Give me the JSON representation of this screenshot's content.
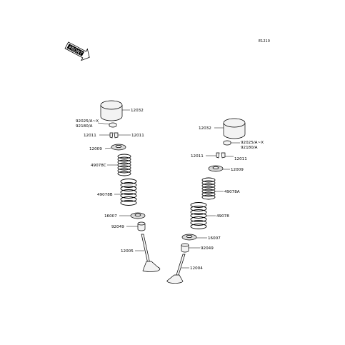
{
  "diagram": {
    "code": "E1210",
    "front_text": "FRONT",
    "labels": {
      "left_lifter": "12032",
      "left_shim": "92025/A~X",
      "left_shim_alt": "92180/A",
      "left_cotter_b": "12011",
      "left_cotter_a": "12011",
      "left_retainer": "12009",
      "left_inner_spring": "49078C",
      "left_outer_spring": "49078B",
      "left_seat": "16007",
      "left_seal": "92049",
      "left_valve": "12005",
      "right_lifter": "12032",
      "right_shim": "92025/A~X",
      "right_shim_alt": "92180/A",
      "right_cotter_a": "12011",
      "right_cotter_b": "12011",
      "right_retainer": "12009",
      "right_inner_spring": "49078A",
      "right_outer_spring": "49078",
      "right_seat": "16007",
      "right_seal": "92049",
      "right_valve": "12004"
    }
  }
}
